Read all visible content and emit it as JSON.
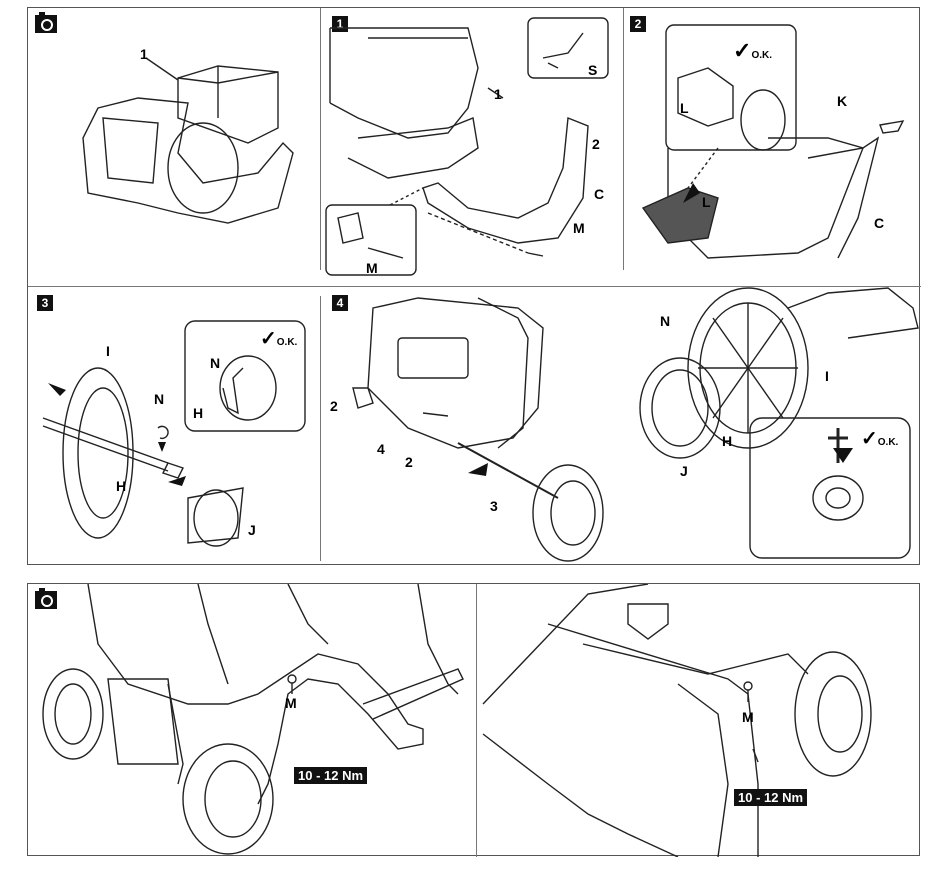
{
  "top_panel": {
    "steps": [
      "1",
      "2",
      "3",
      "4"
    ],
    "labels": {
      "overview_1": "1",
      "s1_1": "1",
      "s1_S": "S",
      "s1_2": "2",
      "s1_C": "C",
      "s1_M": "M",
      "s1_M_inset": "M",
      "s2_L_top": "L",
      "s2_L": "L",
      "s2_K": "K",
      "s2_C": "C",
      "s3_I": "I",
      "s3_N": "N",
      "s3_H": "H",
      "s3_J": "J",
      "s3_N_inset": "N",
      "s3_H_inset": "H",
      "s4_2a": "2",
      "s4_4": "4",
      "s4_2b": "2",
      "s4_3": "3",
      "s5_N": "N",
      "s5_I": "I",
      "s5_H": "H",
      "s5_J": "J"
    },
    "ok_text": "O.K."
  },
  "bottom_panel": {
    "left_label": "M",
    "right_label": "M",
    "torque_left": "10 - 12 Nm",
    "torque_right": "10 - 12 Nm"
  },
  "icons": [
    "camera-icon",
    "checkmark-icon",
    "arrow-icon"
  ]
}
